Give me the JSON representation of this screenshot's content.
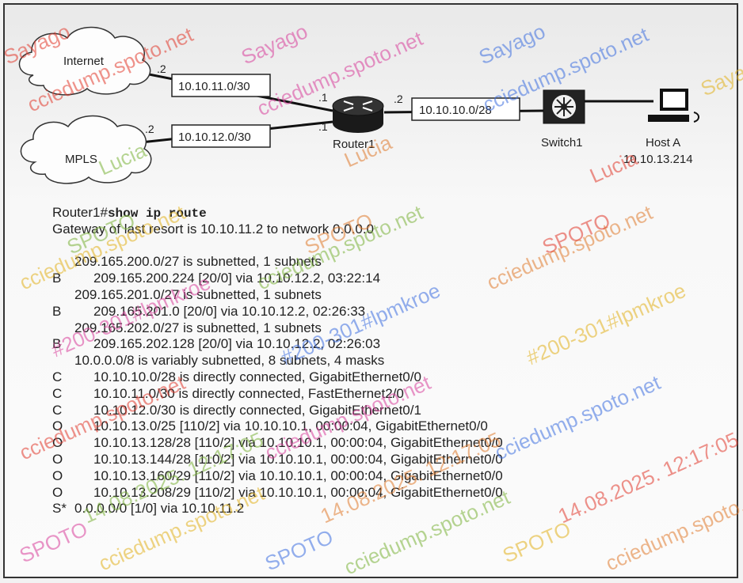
{
  "network": {
    "internet_label": "Internet",
    "mpls_label": "MPLS",
    "subnet_internet": "10.10.11.0/30",
    "subnet_mpls": "10.10.12.0/30",
    "subnet_switch": "10.10.10.0/28",
    "internet_ip": ".2",
    "mpls_ip": ".2",
    "router_internet_ip": ".1",
    "router_mpls_ip": ".1",
    "router_switch_ip": ".2",
    "router_label": "Router1",
    "switch_label": "Switch1",
    "host_label": "Host A",
    "host_ip": "10.10.13.214"
  },
  "output": {
    "prompt": "Router1#",
    "command": "show ip route",
    "gateway": "Gateway of last resort is 10.10.11.2 to network 0.0.0.0",
    "routes": [
      {
        "code": "",
        "text": "209.165.200.0/27 is subnetted, 1 subnets",
        "indent": 1
      },
      {
        "code": "B",
        "text": "209.165.200.224 [20/0] via 10.10.12.2, 03:22:14",
        "indent": 2
      },
      {
        "code": "",
        "text": "209.165.201.0/27 is subnetted, 1 subnets",
        "indent": 1
      },
      {
        "code": "B",
        "text": "209.165.201.0 [20/0] via 10.10.12.2, 02:26:33",
        "indent": 2
      },
      {
        "code": "",
        "text": "209.165.202.0/27 is subnetted, 1 subnets",
        "indent": 1
      },
      {
        "code": "B",
        "text": "209.165.202.128 [20/0] via 10.10.12.2, 02:26:03",
        "indent": 2
      },
      {
        "code": "",
        "text": "10.0.0.0/8 is variably subnetted, 8 subnets, 4 masks",
        "indent": 1
      },
      {
        "code": "C",
        "text": "10.10.10.0/28 is directly connected, GigabitEthernet0/0",
        "indent": 2
      },
      {
        "code": "C",
        "text": "10.10.11.0/30 is directly connected, FastEthernet2/0",
        "indent": 2
      },
      {
        "code": "C",
        "text": "10.10.12.0/30 is directly connected, GigabitEthernet0/1",
        "indent": 2
      },
      {
        "code": "O",
        "text": "10.10.13.0/25 [110/2] via 10.10.10.1, 00:00:04, GigabitEthernet0/0",
        "indent": 2
      },
      {
        "code": "O",
        "text": "10.10.13.128/28 [110/2] via 10.10.10.1, 00:00:04, GigabitEthernet0/0",
        "indent": 2
      },
      {
        "code": "O",
        "text": "10.10.13.144/28 [110/2] via 10.10.10.1, 00:00:04, GigabitEthernet0/0",
        "indent": 2
      },
      {
        "code": "O",
        "text": "10.10.13.160/29 [110/2] via 10.10.10.1, 00:00:04, GigabitEthernet0/0",
        "indent": 2
      },
      {
        "code": "O",
        "text": "10.10.13.208/29 [110/2] via 10.10.10.1, 00:00:04, GigabitEthernet0/0",
        "indent": 2
      },
      {
        "code": "S*",
        "text": "0.0.0.0/0 [1/0] via 10.10.11.2",
        "indent": 0
      }
    ]
  },
  "watermarks": [
    "cciedump.spoto.net",
    "Sayago",
    "SPOTO",
    "Lucia",
    "#200-301#lpmkroe",
    "14.08.2025. 12:17:05"
  ]
}
